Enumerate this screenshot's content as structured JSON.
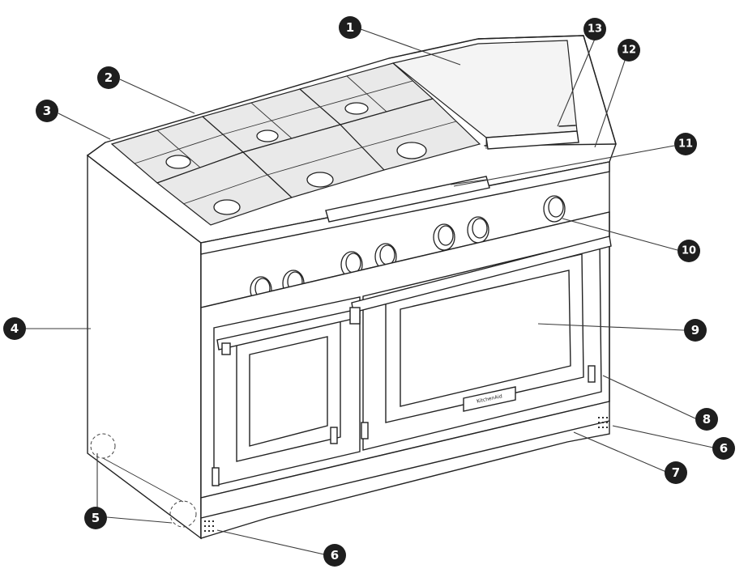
{
  "diagram": {
    "brand_badge": "KitchenAid",
    "callouts": [
      {
        "id": "c1",
        "label": "1"
      },
      {
        "id": "c2",
        "label": "2"
      },
      {
        "id": "c3",
        "label": "3"
      },
      {
        "id": "c4",
        "label": "4"
      },
      {
        "id": "c5",
        "label": "5"
      },
      {
        "id": "c6a",
        "label": "6"
      },
      {
        "id": "c6b",
        "label": "6"
      },
      {
        "id": "c7",
        "label": "7"
      },
      {
        "id": "c8",
        "label": "8"
      },
      {
        "id": "c9",
        "label": "9"
      },
      {
        "id": "c10",
        "label": "10"
      },
      {
        "id": "c11",
        "label": "11"
      },
      {
        "id": "c12",
        "label": "12"
      },
      {
        "id": "c13",
        "label": "13"
      }
    ]
  }
}
